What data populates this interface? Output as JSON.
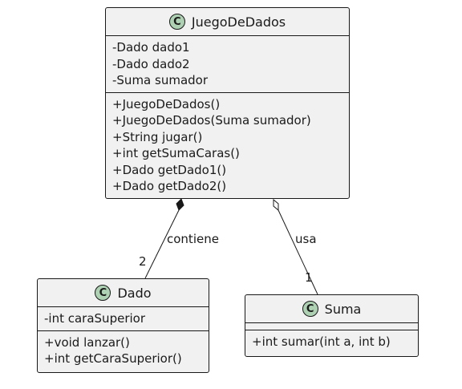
{
  "classes": {
    "juego": {
      "stereotype": "C",
      "name": "JuegoDeDados",
      "attributes": [
        "-Dado dado1",
        "-Dado dado2",
        "-Suma sumador"
      ],
      "methods": [
        "+JuegoDeDados()",
        "+JuegoDeDados(Suma sumador)",
        "+String jugar()",
        "+int getSumaCaras()",
        "+Dado getDado1()",
        "+Dado getDado2()"
      ]
    },
    "dado": {
      "stereotype": "C",
      "name": "Dado",
      "attributes": [
        "-int caraSuperior"
      ],
      "methods": [
        "+void lanzar()",
        "+int getCaraSuperior()"
      ]
    },
    "suma": {
      "stereotype": "C",
      "name": "Suma",
      "attributes": [],
      "methods": [
        "+int sumar(int a, int b)"
      ]
    }
  },
  "relations": {
    "composition": {
      "label": "contiene",
      "multiplicity": "2"
    },
    "aggregation": {
      "label": "usa",
      "multiplicity": "1"
    }
  },
  "colors": {
    "box_fill": "#f1f1f1",
    "badge_fill": "#add1b2",
    "line": "#181818"
  }
}
